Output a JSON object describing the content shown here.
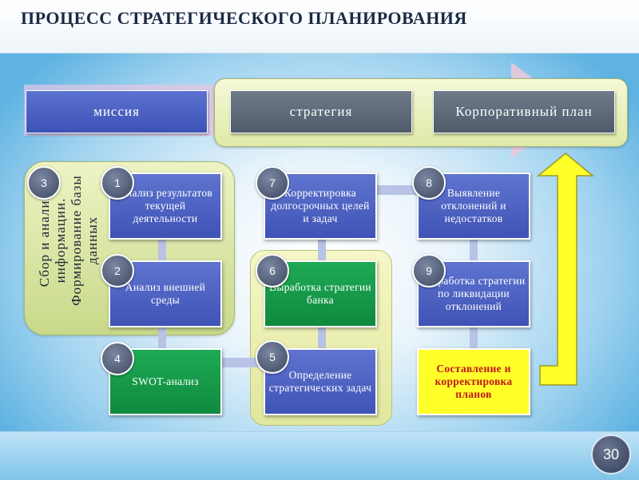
{
  "title": "ПРОЦЕСС СТРАТЕГИЧЕСКОГО ПЛАНИРОВАНИЯ",
  "top_row": {
    "mission": "миссия",
    "strategy": "стратегия",
    "corporate_plan": "Корпоративный план"
  },
  "side_label": "Сбор и анализ информации. Формирование базы данных",
  "steps": [
    {
      "num": "1",
      "label": "Анализ результатов текущей деятельности"
    },
    {
      "num": "2",
      "label": "Анализ внешней среды"
    },
    {
      "num": "3",
      "label": ""
    },
    {
      "num": "4",
      "label": "SWOT-анализ"
    },
    {
      "num": "5",
      "label": "Определение стратегических задач"
    },
    {
      "num": "6",
      "label": "Выработка стратегии банка"
    },
    {
      "num": "7",
      "label": "Корректировка долгосрочных целей и задач"
    },
    {
      "num": "8",
      "label": "Выявление отклонений и недостатков"
    },
    {
      "num": "9",
      "label": "Разработка стратегии по ликвидации отклонений"
    }
  ],
  "final_step": "Составление и корректировка планов",
  "slide_number": "30",
  "colors": {
    "blue_box": "#4a5fc1",
    "green_box": "#159a4a",
    "yellow_box": "#ffff2a",
    "yellow_text": "#c01818",
    "title_text": "#1b2a44"
  }
}
